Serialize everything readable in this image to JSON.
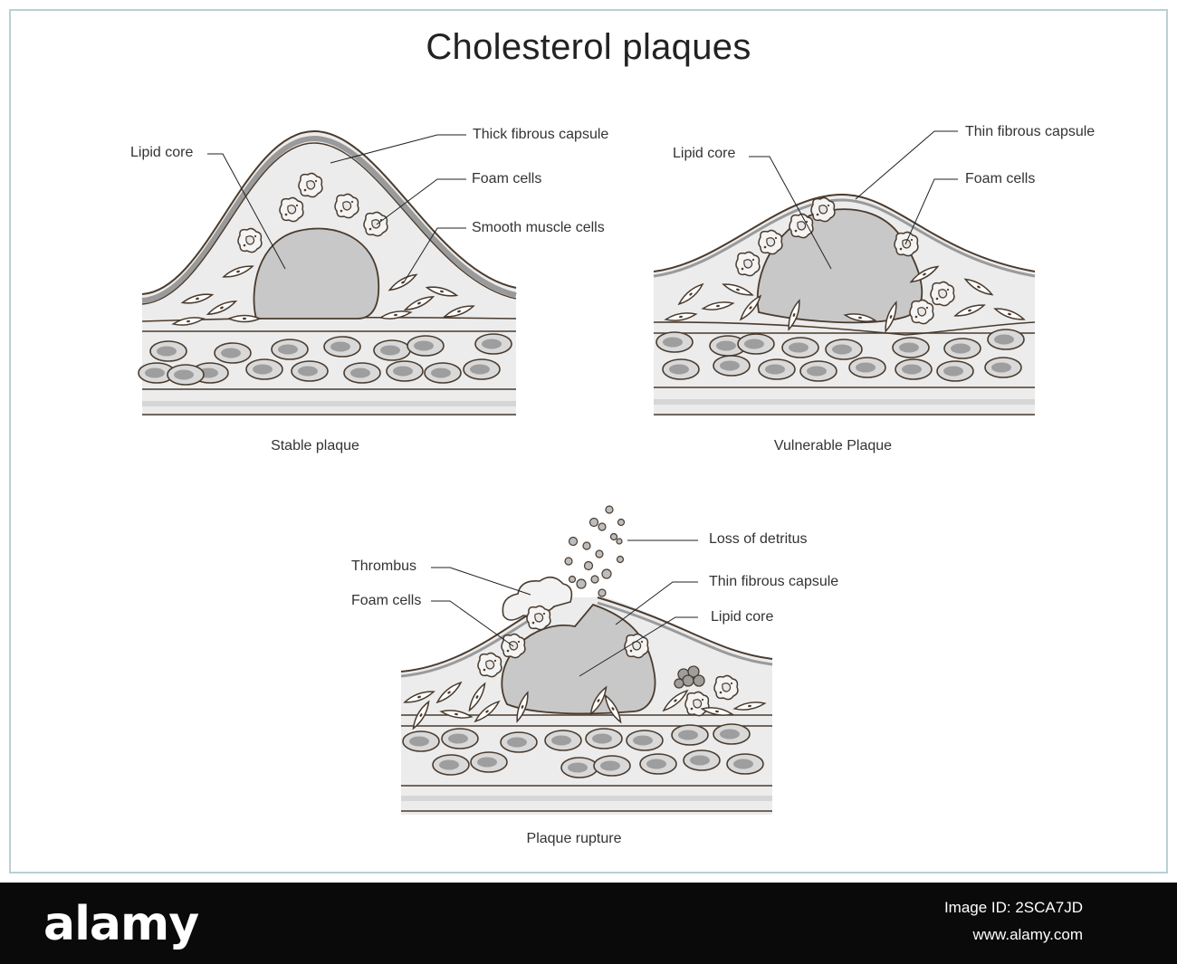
{
  "title": "Cholesterol plaques",
  "panels": {
    "stable": {
      "caption": "Stable plaque",
      "labels": {
        "lipid_core": "Lipid core",
        "thick_capsule": "Thick fibrous capsule",
        "foam_cells": "Foam cells",
        "smooth_muscle": "Smooth muscle cells"
      }
    },
    "vulnerable": {
      "caption": "Vulnerable Plaque",
      "labels": {
        "lipid_core": "Lipid core",
        "thin_capsule": "Thin fibrous capsule",
        "foam_cells": "Foam cells"
      }
    },
    "rupture": {
      "caption": "Plaque rupture",
      "labels": {
        "thrombus": "Thrombus",
        "foam_cells": "Foam cells",
        "detritus": "Loss of detritus",
        "thin_capsule": "Thin fibrous capsule",
        "lipid_core": "Lipid core"
      }
    }
  },
  "footer": {
    "logo": "alamy",
    "image_id": "Image ID: 2SCA7JD",
    "url": "www.alamy.com"
  },
  "colors": {
    "frame_border": "#b9cfd6",
    "tissue_fill": "#ececec",
    "lipid_fill": "#c8c8c8",
    "outline": "#4a3b2e",
    "stock_bar": "#0a0a0a"
  }
}
